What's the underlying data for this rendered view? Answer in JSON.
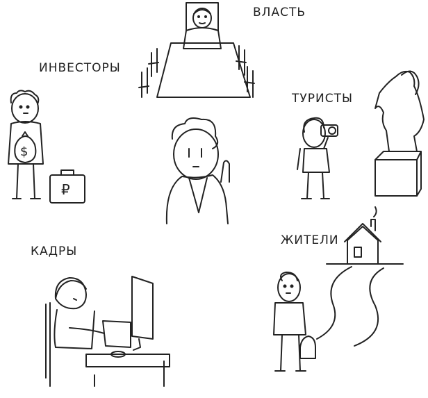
{
  "labels": {
    "power": "ВЛАСТЬ",
    "investors": "ИНВЕСТОРЫ",
    "tourists": "ТУРИСТЫ",
    "staff": "КАДРЫ",
    "residents": "ЖИТЕЛИ"
  },
  "ink_color": "#222222"
}
